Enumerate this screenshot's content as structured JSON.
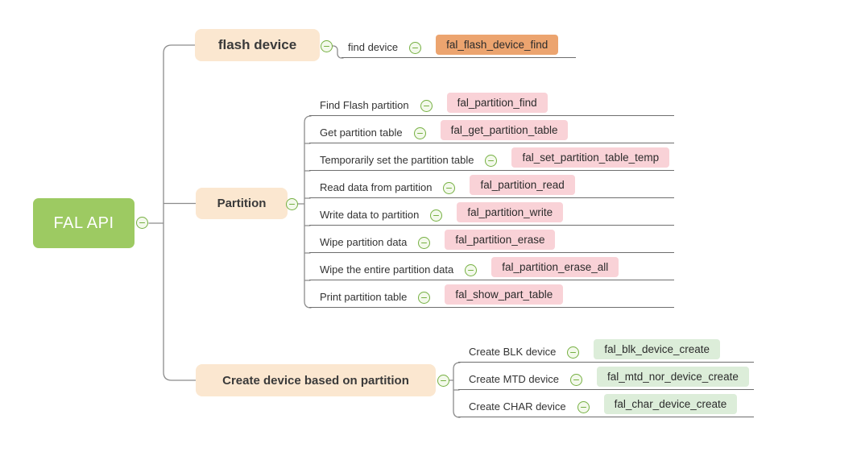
{
  "colors": {
    "root_bg": "#9DCA62",
    "branch_bg": "#FBE7D0",
    "flash_func_bg": "#ECA46F",
    "partition_func_bg": "#F9D2D7",
    "create_func_bg": "#DCEDD9",
    "icon_green": "#76B043",
    "line_gray": "#8C8C8C"
  },
  "root": {
    "label": "FAL API"
  },
  "branches": [
    {
      "label": "flash device",
      "children": [
        {
          "label": "find device",
          "func": "fal_flash_device_find"
        }
      ]
    },
    {
      "label": "Partition",
      "children": [
        {
          "label": "Find Flash partition",
          "func": "fal_partition_find"
        },
        {
          "label": "Get partition table",
          "func": "fal_get_partition_table"
        },
        {
          "label": "Temporarily set the partition table",
          "func": "fal_set_partition_table_temp"
        },
        {
          "label": "Read data from partition",
          "func": "fal_partition_read"
        },
        {
          "label": "Write data to partition",
          "func": "fal_partition_write"
        },
        {
          "label": "Wipe partition data",
          "func": "fal_partition_erase"
        },
        {
          "label": "Wipe the entire partition data",
          "func": "fal_partition_erase_all"
        },
        {
          "label": "Print partition table",
          "func": "fal_show_part_table"
        }
      ]
    },
    {
      "label": "Create device based on partition",
      "children": [
        {
          "label": "Create BLK device",
          "func": "fal_blk_device_create"
        },
        {
          "label": "Create MTD device",
          "func": "fal_mtd_nor_device_create"
        },
        {
          "label": "Create CHAR device",
          "func": "fal_char_device_create"
        }
      ]
    }
  ]
}
